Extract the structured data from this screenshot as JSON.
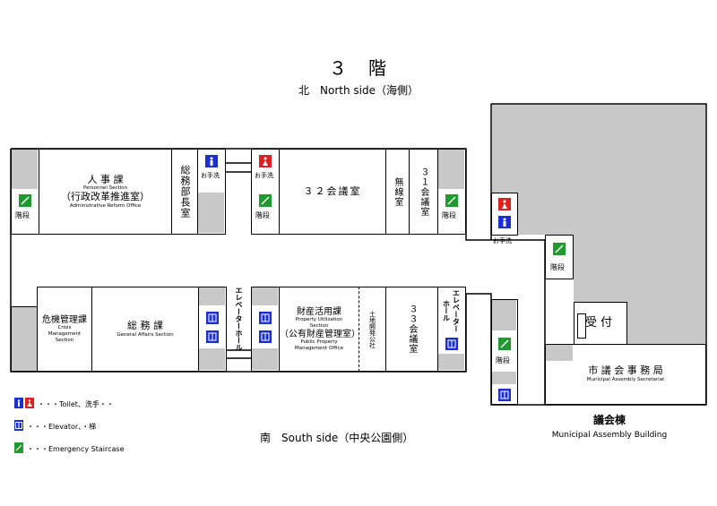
{
  "header": {
    "floor_title": "３　階",
    "north_label": "北　North side（海側）",
    "south_label": "南　South side（中央公園側）"
  },
  "rooms": {
    "personnel": {
      "jp": "人 事 課",
      "en": "Personnel Section",
      "jp2": "（行政改革推進室）",
      "en2": "Administrative Reform Office"
    },
    "director": {
      "jp": "総務部長室"
    },
    "room32": {
      "jp": "３２会議室"
    },
    "muzen": {
      "jp": "無線室"
    },
    "room31": {
      "jp": "３１会議室"
    },
    "crisis": {
      "jp": "危機管理課",
      "en": "Crisis Management Section"
    },
    "general": {
      "jp": "総 務 課",
      "en": "General Affairs Section"
    },
    "property": {
      "jp": "財産活用課",
      "en": "Property Utilization Section",
      "jp2": "（公有財産管理室）",
      "en2": "Public Property Management Office"
    },
    "land": {
      "jp": "土地開発公社"
    },
    "room33": {
      "jp": "３３会議室"
    },
    "reception": {
      "jp": "受付"
    },
    "assembly_office": {
      "jp": "市 議 会 事 務 局",
      "en": "Municipal Assembly Secretariat"
    }
  },
  "labels": {
    "stairs": "階段",
    "toilet": "お手洗",
    "elevator_hall": "エレベーターホール"
  },
  "building": {
    "jp": "議会棟",
    "en": "Municipal Assembly Building"
  },
  "legend": {
    "toilet": "・・・Toilet、洗手・・",
    "elevator": "・・・Elevator、・梯",
    "stairs": "・・・Emergency Staircase"
  },
  "colors": {
    "toilet_male": "#1c2fd0",
    "toilet_female": "#e02020",
    "elevator": "#1c2fd0",
    "stairs": "#1f9a2f",
    "gray": "#c8c8c8"
  }
}
